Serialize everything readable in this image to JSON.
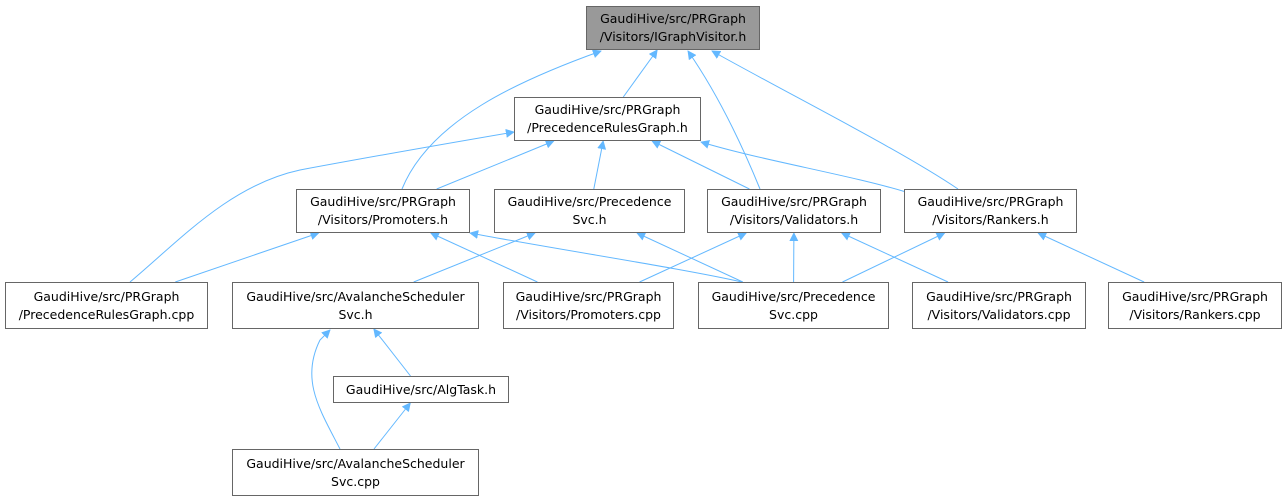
{
  "colors": {
    "edge": "#63b8ff",
    "node_border": "#666666",
    "root_fill": "#999999",
    "node_fill": "#ffffff"
  },
  "nodes": [
    {
      "id": "igraphvisitor",
      "lines": [
        "GaudiHive/src/PRGraph",
        "/Visitors/IGraphVisitor.h"
      ],
      "root": true
    },
    {
      "id": "precedencerulesgraph-h",
      "lines": [
        "GaudiHive/src/PRGraph",
        "/PrecedenceRulesGraph.h"
      ]
    },
    {
      "id": "promoters-h",
      "lines": [
        "GaudiHive/src/PRGraph",
        "/Visitors/Promoters.h"
      ]
    },
    {
      "id": "precedencesvc-h",
      "lines": [
        "GaudiHive/src/Precedence",
        "Svc.h"
      ]
    },
    {
      "id": "validators-h",
      "lines": [
        "GaudiHive/src/PRGraph",
        "/Visitors/Validators.h"
      ]
    },
    {
      "id": "rankers-h",
      "lines": [
        "GaudiHive/src/PRGraph",
        "/Visitors/Rankers.h"
      ]
    },
    {
      "id": "precedencerulesgraph-cpp",
      "lines": [
        "GaudiHive/src/PRGraph",
        "/PrecedenceRulesGraph.cpp"
      ]
    },
    {
      "id": "avalanchescheduler-h",
      "lines": [
        "GaudiHive/src/AvalancheScheduler",
        "Svc.h"
      ]
    },
    {
      "id": "promoters-cpp",
      "lines": [
        "GaudiHive/src/PRGraph",
        "/Visitors/Promoters.cpp"
      ]
    },
    {
      "id": "precedencesvc-cpp",
      "lines": [
        "GaudiHive/src/Precedence",
        "Svc.cpp"
      ]
    },
    {
      "id": "validators-cpp",
      "lines": [
        "GaudiHive/src/PRGraph",
        "/Visitors/Validators.cpp"
      ]
    },
    {
      "id": "rankers-cpp",
      "lines": [
        "GaudiHive/src/PRGraph",
        "/Visitors/Rankers.cpp"
      ]
    },
    {
      "id": "algtask-h",
      "lines": [
        "GaudiHive/src/AlgTask.h"
      ]
    },
    {
      "id": "avalanchescheduler-cpp",
      "lines": [
        "GaudiHive/src/AvalancheScheduler",
        "Svc.cpp"
      ]
    }
  ],
  "edges": [
    {
      "from": "precedencerulesgraph-h",
      "to": "igraphvisitor"
    },
    {
      "from": "promoters-h",
      "to": "igraphvisitor"
    },
    {
      "from": "validators-h",
      "to": "igraphvisitor"
    },
    {
      "from": "rankers-h",
      "to": "igraphvisitor"
    },
    {
      "from": "precedencerulesgraph-cpp",
      "to": "precedencerulesgraph-h"
    },
    {
      "from": "promoters-h",
      "to": "precedencerulesgraph-h"
    },
    {
      "from": "precedencesvc-h",
      "to": "precedencerulesgraph-h"
    },
    {
      "from": "validators-h",
      "to": "precedencerulesgraph-h"
    },
    {
      "from": "rankers-h",
      "to": "precedencerulesgraph-h"
    },
    {
      "from": "precedencerulesgraph-cpp",
      "to": "promoters-h"
    },
    {
      "from": "promoters-cpp",
      "to": "promoters-h"
    },
    {
      "from": "precedencesvc-cpp",
      "to": "promoters-h"
    },
    {
      "from": "avalanchescheduler-h",
      "to": "precedencesvc-h"
    },
    {
      "from": "precedencesvc-cpp",
      "to": "precedencesvc-h"
    },
    {
      "from": "promoters-cpp",
      "to": "validators-h"
    },
    {
      "from": "precedencesvc-cpp",
      "to": "validators-h"
    },
    {
      "from": "validators-cpp",
      "to": "validators-h"
    },
    {
      "from": "precedencesvc-cpp",
      "to": "rankers-h"
    },
    {
      "from": "rankers-cpp",
      "to": "rankers-h"
    },
    {
      "from": "algtask-h",
      "to": "avalanchescheduler-h"
    },
    {
      "from": "avalanchescheduler-cpp",
      "to": "avalanchescheduler-h"
    },
    {
      "from": "avalanchescheduler-cpp",
      "to": "algtask-h"
    }
  ]
}
